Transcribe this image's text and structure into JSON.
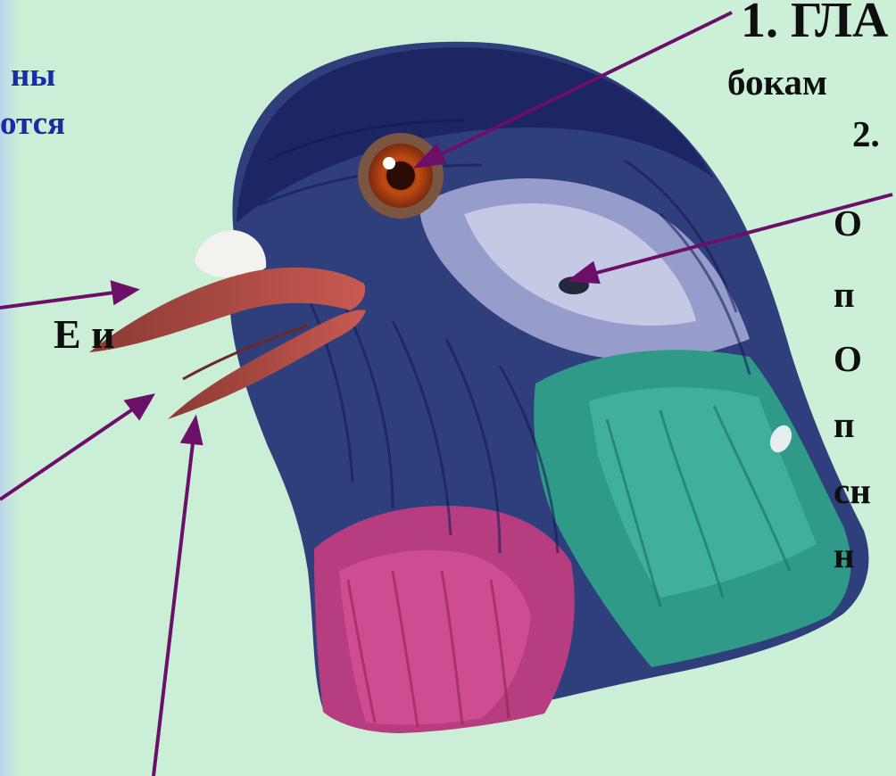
{
  "labels": {
    "left_top": "ны",
    "left_mid": "отся",
    "left_e": "Е и",
    "eye_title": "1. ГЛА",
    "eye_sub": "бокам",
    "ear_num": "2.",
    "right_lines": [
      "О",
      "п",
      "О",
      "п",
      "сн",
      "н"
    ]
  },
  "colors": {
    "background": "#cbeed6",
    "pointer_arrow": "#6b0f68",
    "label_blue": "#1c2aa3",
    "label_black": "#0f0f0f"
  }
}
